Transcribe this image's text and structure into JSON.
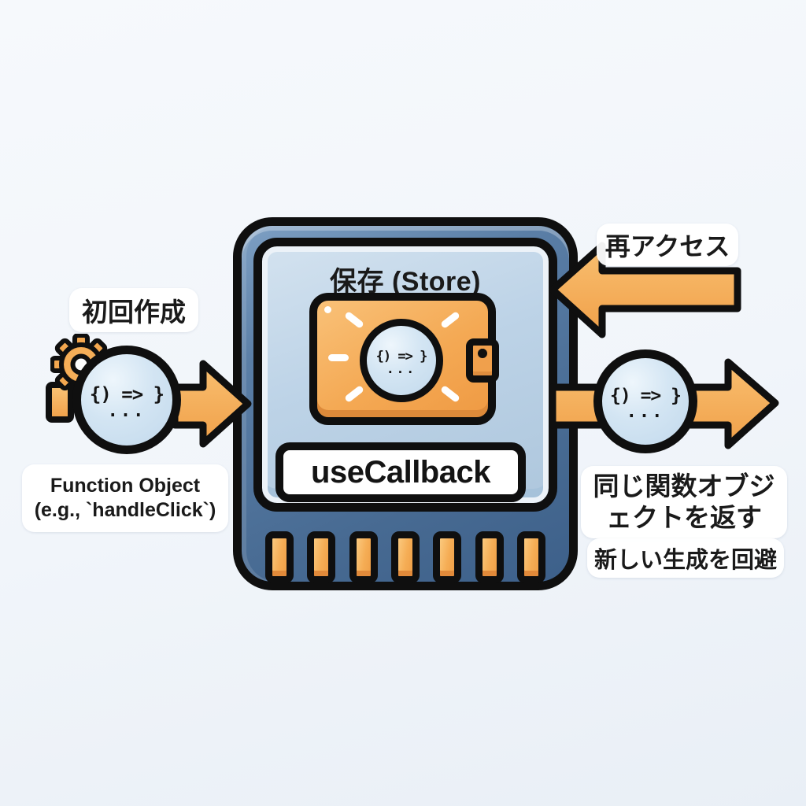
{
  "colors": {
    "background": "#f1f5fa",
    "outline": "#0f0f0f",
    "chip_frame_blue": "#476a92",
    "chip_panel_blue": "#bdd3e7",
    "accent_orange": "#f4a954",
    "circle_blue": "#d3e5f3",
    "label_bg": "#ffffff",
    "text": "#1a1a1a"
  },
  "chip": {
    "store_label": "保存 (Store)",
    "name_label": "useCallback",
    "pin_count": 7,
    "wallet_glyph": {
      "signature": "{) => }",
      "dots": "..."
    }
  },
  "left_flow": {
    "step_label": "初回作成",
    "glyph": {
      "signature": "{) => }",
      "dots": "..."
    },
    "caption_line1": "Function Object",
    "caption_line2": "(e.g., `handleClick`)",
    "arrow_direction": "right"
  },
  "top_right_flow": {
    "label": "再アクセス",
    "arrow_direction": "left"
  },
  "right_flow": {
    "glyph": {
      "signature": "{) => }",
      "dots": "..."
    },
    "caption_line1": "同じ関数オブジ",
    "caption_line2": "ェクトを返す",
    "caption_note": "新しい生成を回避",
    "arrow_direction": "right"
  }
}
